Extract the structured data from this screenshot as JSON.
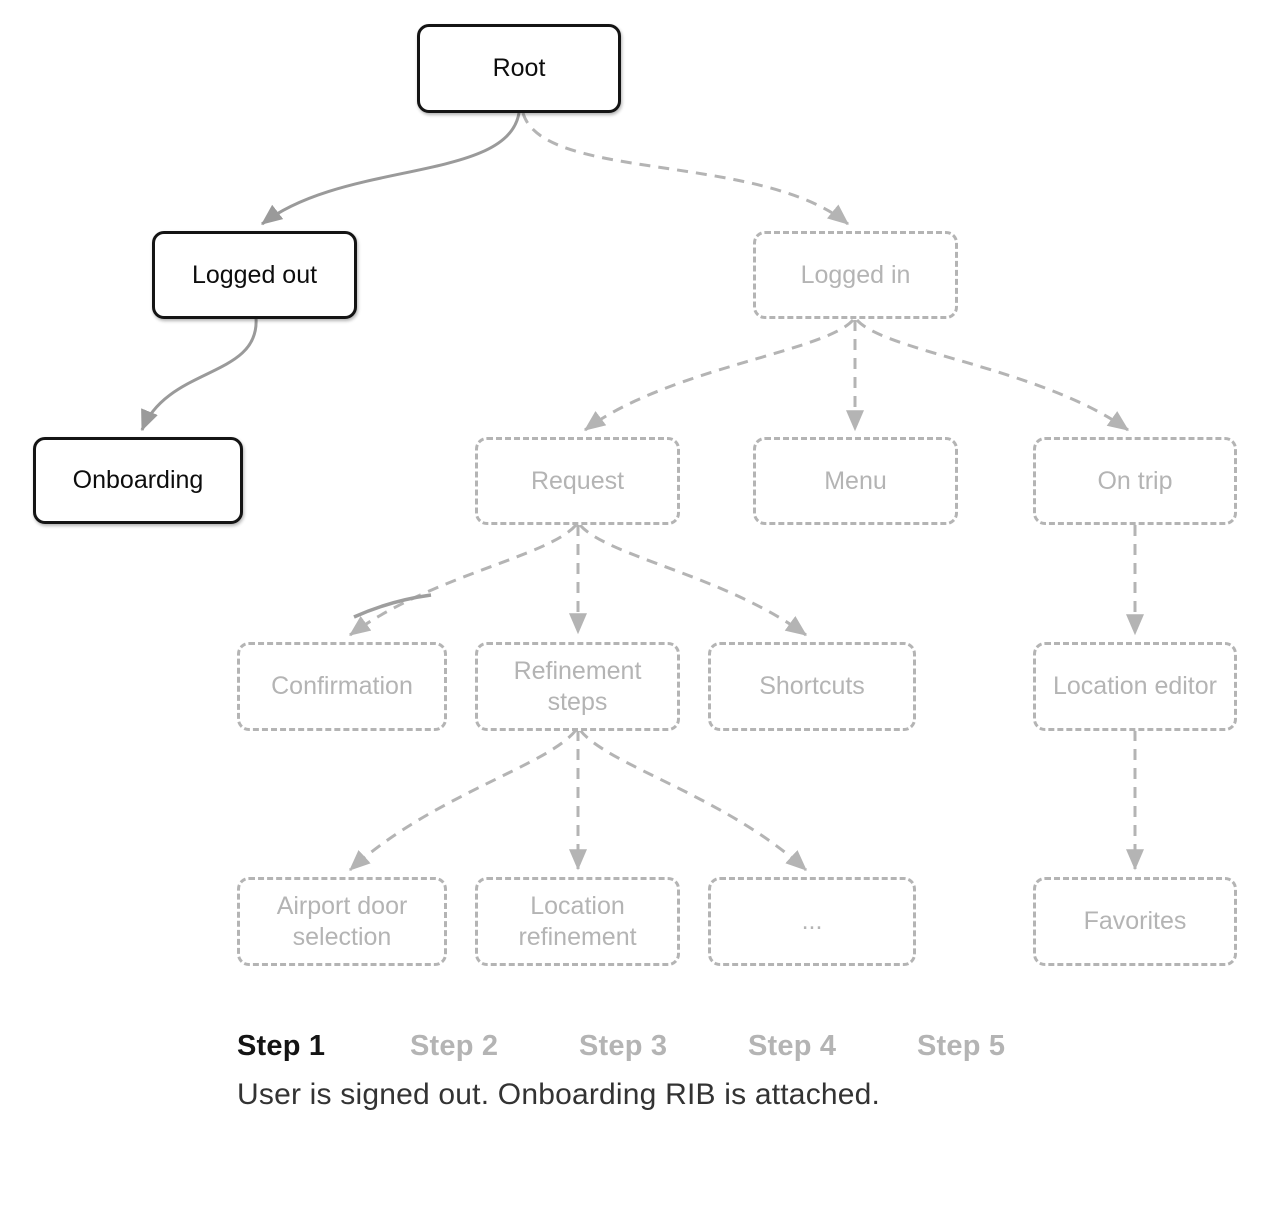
{
  "diagram": {
    "nodes": {
      "root": {
        "label": "Root",
        "state": "active"
      },
      "logged_out": {
        "label": "Logged out",
        "state": "active"
      },
      "onboarding": {
        "label": "Onboarding",
        "state": "active"
      },
      "logged_in": {
        "label": "Logged in",
        "state": "inactive"
      },
      "request": {
        "label": "Request",
        "state": "inactive"
      },
      "menu": {
        "label": "Menu",
        "state": "inactive"
      },
      "on_trip": {
        "label": "On trip",
        "state": "inactive"
      },
      "confirmation": {
        "label": "Confirmation",
        "state": "inactive"
      },
      "refinement_steps": {
        "label": "Refinement steps",
        "state": "inactive"
      },
      "shortcuts": {
        "label": "Shortcuts",
        "state": "inactive"
      },
      "location_editor": {
        "label": "Location editor",
        "state": "inactive"
      },
      "airport_door_selection": {
        "label": "Airport door selection",
        "state": "inactive"
      },
      "location_refinement": {
        "label": "Location refinement",
        "state": "inactive"
      },
      "ellipsis": {
        "label": "...",
        "state": "inactive"
      },
      "favorites": {
        "label": "Favorites",
        "state": "inactive"
      }
    },
    "edges": [
      {
        "from": "root",
        "to": "logged_out",
        "style": "solid"
      },
      {
        "from": "root",
        "to": "logged_in",
        "style": "dashed"
      },
      {
        "from": "logged_out",
        "to": "onboarding",
        "style": "solid"
      },
      {
        "from": "logged_in",
        "to": "request",
        "style": "dashed"
      },
      {
        "from": "logged_in",
        "to": "menu",
        "style": "dashed"
      },
      {
        "from": "logged_in",
        "to": "on_trip",
        "style": "dashed"
      },
      {
        "from": "request",
        "to": "confirmation",
        "style": "dashed"
      },
      {
        "from": "request",
        "to": "refinement_steps",
        "style": "dashed"
      },
      {
        "from": "request",
        "to": "shortcuts",
        "style": "dashed"
      },
      {
        "from": "refinement_steps",
        "to": "airport_door_selection",
        "style": "dashed"
      },
      {
        "from": "refinement_steps",
        "to": "location_refinement",
        "style": "dashed"
      },
      {
        "from": "refinement_steps",
        "to": "ellipsis",
        "style": "dashed"
      },
      {
        "from": "on_trip",
        "to": "location_editor",
        "style": "dashed"
      },
      {
        "from": "location_editor",
        "to": "favorites",
        "style": "dashed"
      }
    ],
    "colors": {
      "active_border": "#141414",
      "inactive_gray": "#b4b4b4",
      "active_edge_gray": "#9a9a9a",
      "background": "#ffffff"
    }
  },
  "steps": {
    "items": [
      {
        "label": "Step 1",
        "state": "current"
      },
      {
        "label": "Step 2",
        "state": "dim"
      },
      {
        "label": "Step 3",
        "state": "dim"
      },
      {
        "label": "Step 4",
        "state": "dim"
      },
      {
        "label": "Step 5",
        "state": "dim"
      }
    ]
  },
  "caption": "User is signed out. Onboarding RIB is attached."
}
